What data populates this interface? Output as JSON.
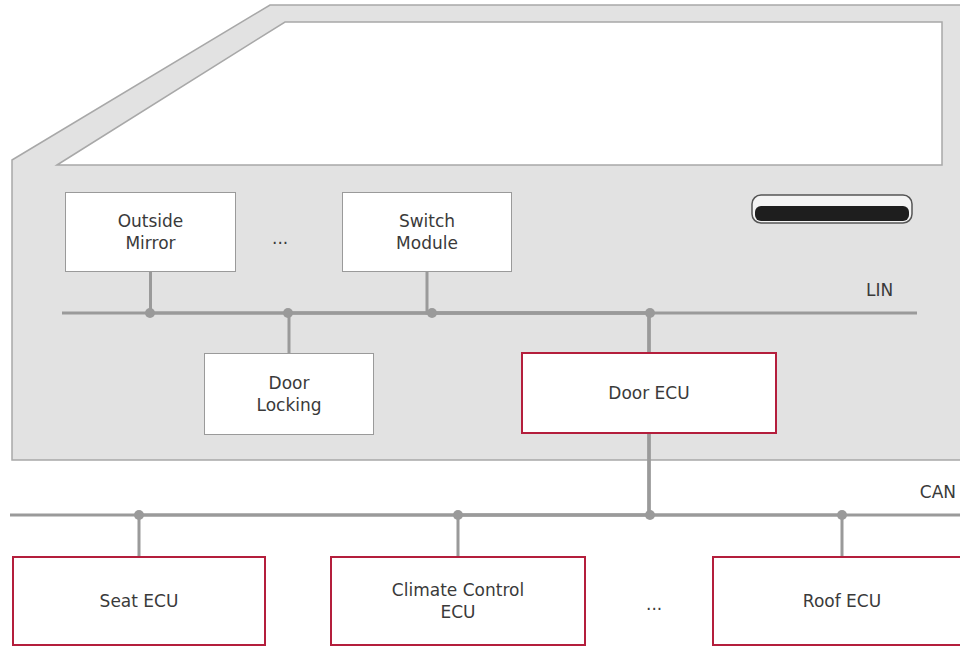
{
  "diagram": {
    "nodes": [
      {
        "text": [
          "Outside Mirror"
        ]
      },
      {
        "text": [
          "Switch Module"
        ]
      },
      {
        "text": [
          "Door Locking"
        ]
      },
      {
        "text": [
          "Door ECU"
        ]
      },
      {
        "text": [
          "Seat ECU"
        ]
      },
      {
        "text": [
          "Climate Control ECU"
        ]
      },
      {
        "text": [
          "Roof ECU"
        ]
      }
    ],
    "edges": [
      {
        "from": 3,
        "to": 0,
        "arrow": "none"
      },
      {
        "from": 3,
        "to": 1,
        "arrow": "none"
      },
      {
        "from": 3,
        "to": 2,
        "arrow": "none"
      },
      {
        "from": 3,
        "to": 4,
        "arrow": "none"
      },
      {
        "from": 3,
        "to": 5,
        "arrow": "none"
      },
      {
        "from": 3,
        "to": 6,
        "arrow": "none"
      }
    ],
    "labels": [
      "...",
      "LIN",
      "CAN",
      "..."
    ]
  }
}
